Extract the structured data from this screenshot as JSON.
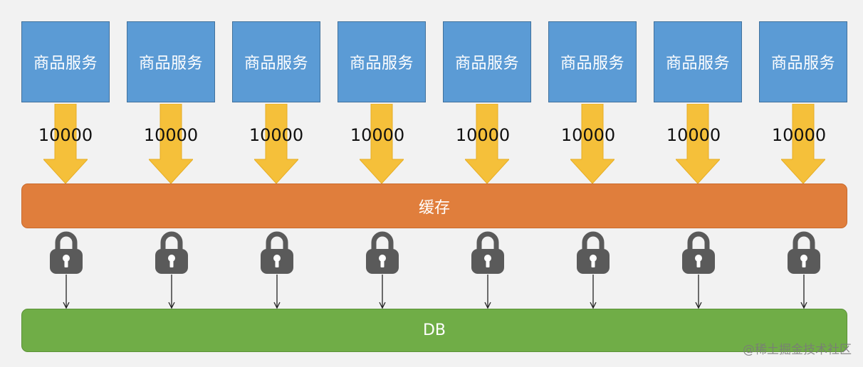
{
  "services": [
    {
      "label": "商品服务",
      "requests": "10000"
    },
    {
      "label": "商品服务",
      "requests": "10000"
    },
    {
      "label": "商品服务",
      "requests": "10000"
    },
    {
      "label": "商品服务",
      "requests": "10000"
    },
    {
      "label": "商品服务",
      "requests": "10000"
    },
    {
      "label": "商品服务",
      "requests": "10000"
    },
    {
      "label": "商品服务",
      "requests": "10000"
    },
    {
      "label": "商品服务",
      "requests": "10000"
    }
  ],
  "cache": {
    "label": "缓存"
  },
  "db": {
    "label": "DB"
  },
  "icons": {
    "flow_arrow": "arrow-down-icon",
    "lock": "lock-icon",
    "db_arrow": "arrow-down-icon"
  },
  "colors": {
    "service": "#5b9bd5",
    "arrow": "#f5c03a",
    "cache": "#e07e3c",
    "db": "#70ad47",
    "lock": "#5a5a5a"
  },
  "watermark": "@稀土掘金技术社区"
}
